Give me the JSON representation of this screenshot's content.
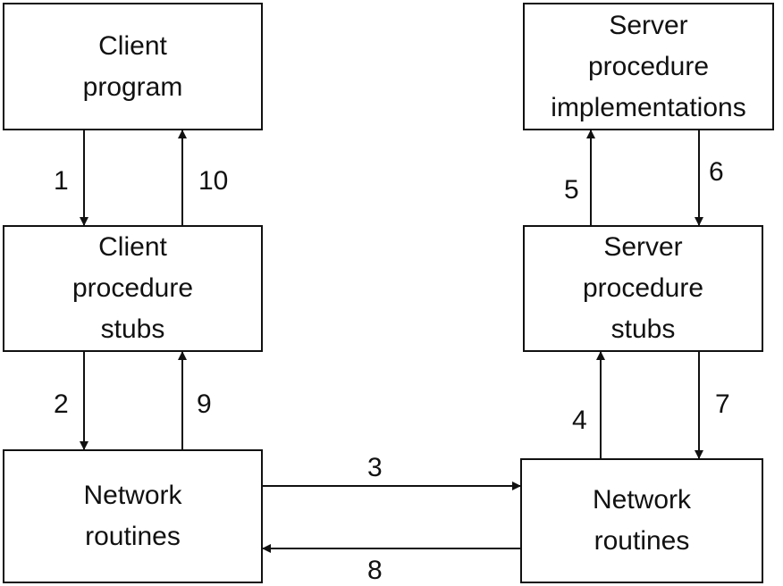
{
  "boxes": {
    "client_program": [
      "Client",
      "program"
    ],
    "client_stubs": [
      "Client",
      "procedure",
      "stubs"
    ],
    "client_network": [
      "Network",
      "routines"
    ],
    "server_impl": [
      "Server",
      "procedure",
      "implementations"
    ],
    "server_stubs": [
      "Server",
      "procedure",
      "stubs"
    ],
    "server_network": [
      "Network",
      "routines"
    ]
  },
  "steps": [
    "1",
    "2",
    "3",
    "4",
    "5",
    "6",
    "7",
    "8",
    "9",
    "10"
  ]
}
